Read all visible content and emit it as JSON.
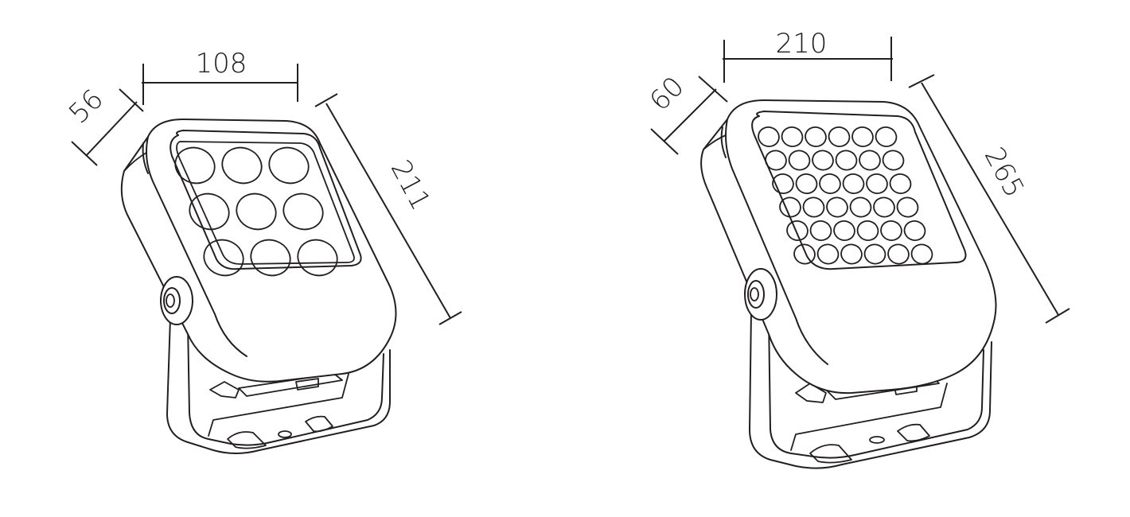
{
  "fixtures": [
    {
      "name": "small-floodlight",
      "led_count": 9,
      "dimensions": {
        "width": "108",
        "depth": "56",
        "height": "211"
      }
    },
    {
      "name": "large-floodlight",
      "led_count": 36,
      "dimensions": {
        "width": "210",
        "depth": "60",
        "height": "265"
      }
    }
  ],
  "line_color": "#231f20",
  "background": "#ffffff"
}
